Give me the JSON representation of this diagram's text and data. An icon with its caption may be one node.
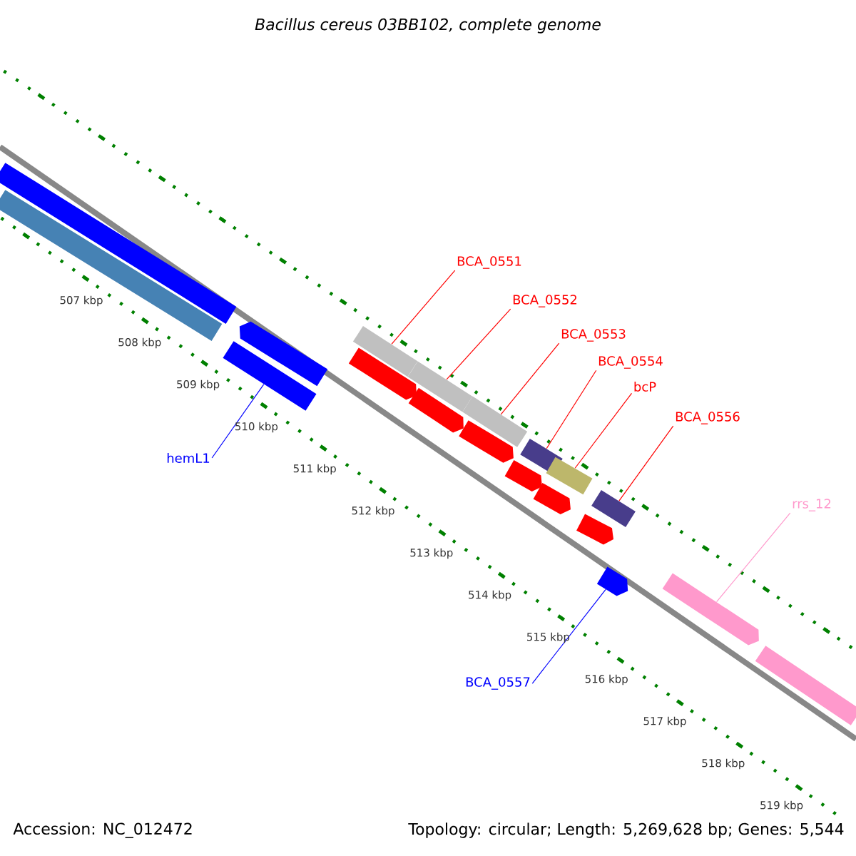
{
  "diagram": {
    "title": "Bacillus cereus 03BB102, complete genome",
    "nodes": [
      {
        "text": [],
        "shape": "bar"
      },
      {
        "text": [],
        "shape": "bar"
      },
      {
        "text": [],
        "shape": "arrow"
      },
      {
        "text": [],
        "shape": "bar"
      },
      {
        "text": [
          "hemL1"
        ]
      },
      {
        "text": [
          "BCA_0551"
        ]
      },
      {
        "text": [],
        "shape": "bar"
      },
      {
        "text": [],
        "shape": "arrow"
      },
      {
        "text": [
          "BCA_0552"
        ]
      },
      {
        "text": [],
        "shape": "bar"
      },
      {
        "text": [],
        "shape": "arrow"
      },
      {
        "text": [
          "BCA_0553"
        ]
      },
      {
        "text": [],
        "shape": "bar"
      },
      {
        "text": [],
        "shape": "arrow"
      },
      {
        "text": [
          "BCA_0554"
        ]
      },
      {
        "text": [],
        "shape": "bar"
      },
      {
        "text": [],
        "shape": "arrow"
      },
      {
        "text": [
          "bcP"
        ]
      },
      {
        "text": [],
        "shape": "bar"
      },
      {
        "text": [],
        "shape": "arrow"
      },
      {
        "text": [
          "BCA_0556"
        ]
      },
      {
        "text": [],
        "shape": "bar"
      },
      {
        "text": [],
        "shape": "arrow"
      },
      {
        "text": [
          "BCA_0557"
        ]
      },
      {
        "text": [],
        "shape": "arrow"
      },
      {
        "text": [
          "rrs_12"
        ]
      },
      {
        "text": [],
        "shape": "arrow"
      },
      {
        "text": [],
        "shape": "bar"
      }
    ],
    "edges": [
      {
        "from": 4,
        "to": 3,
        "arrow": "none",
        "color": "#0000ff"
      },
      {
        "from": 5,
        "to": 6,
        "arrow": "none"
      },
      {
        "from": 8,
        "to": 9,
        "arrow": "none"
      },
      {
        "from": 11,
        "to": 12,
        "arrow": "none"
      },
      {
        "from": 14,
        "to": 15,
        "arrow": "none"
      },
      {
        "from": 17,
        "to": 18,
        "arrow": "none"
      },
      {
        "from": 20,
        "to": 21,
        "arrow": "none"
      },
      {
        "from": 23,
        "to": 24,
        "arrow": "none",
        "color": "#0000ff"
      },
      {
        "from": 25,
        "to": 26,
        "arrow": "none",
        "color": "#ff99cc"
      }
    ],
    "labels": [
      "507 kbp",
      "508 kbp",
      "509 kbp",
      "510 kbp",
      "511 kbp",
      "512 kbp",
      "513 kbp",
      "514 kbp",
      "515 kbp",
      "516 kbp",
      "517 kbp",
      "518 kbp",
      "519 kbp",
      "Accession: NC_012472",
      "Topology: circular; Length: 5,269,628 bp; Genes: 5,544"
    ]
  }
}
